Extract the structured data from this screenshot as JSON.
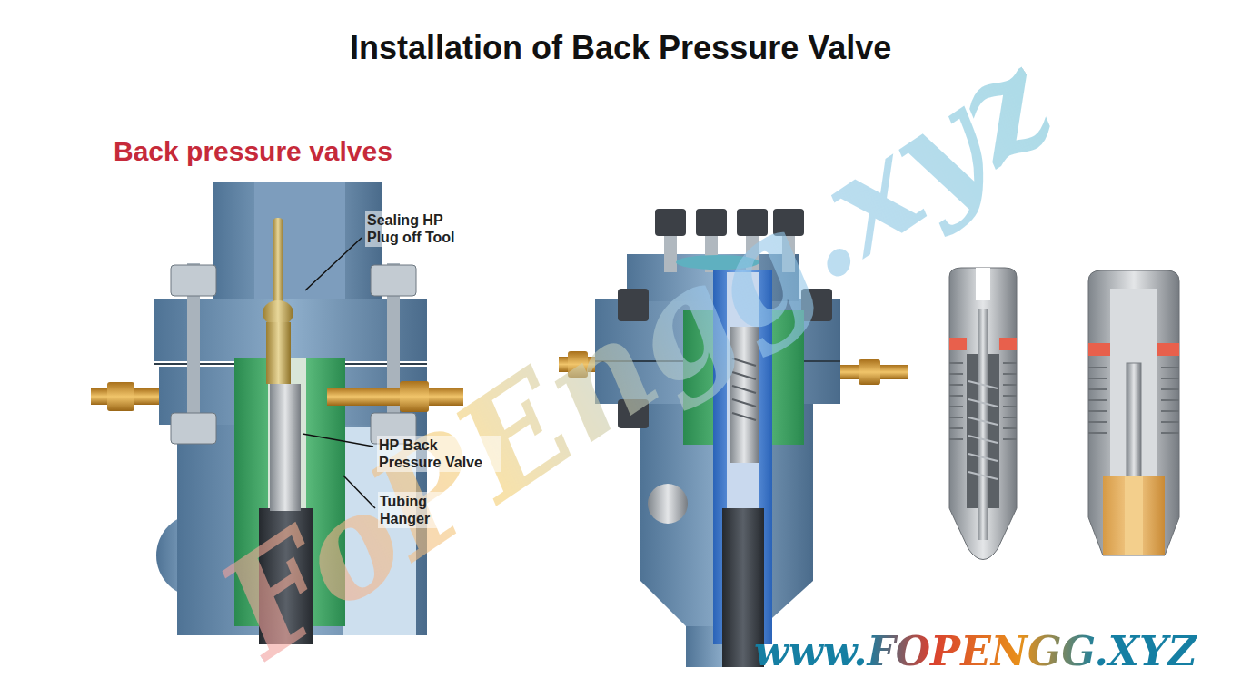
{
  "diagram": {
    "title": "Installation of Back Pressure Valve",
    "labels": [
      "Back pressure valves",
      "Sealing HP Plug off Tool",
      "HP Back Pressure Valve",
      "Tubing Hanger",
      "FoPEngg.xyz",
      "www.FOPENGG.XYZ"
    ]
  }
}
